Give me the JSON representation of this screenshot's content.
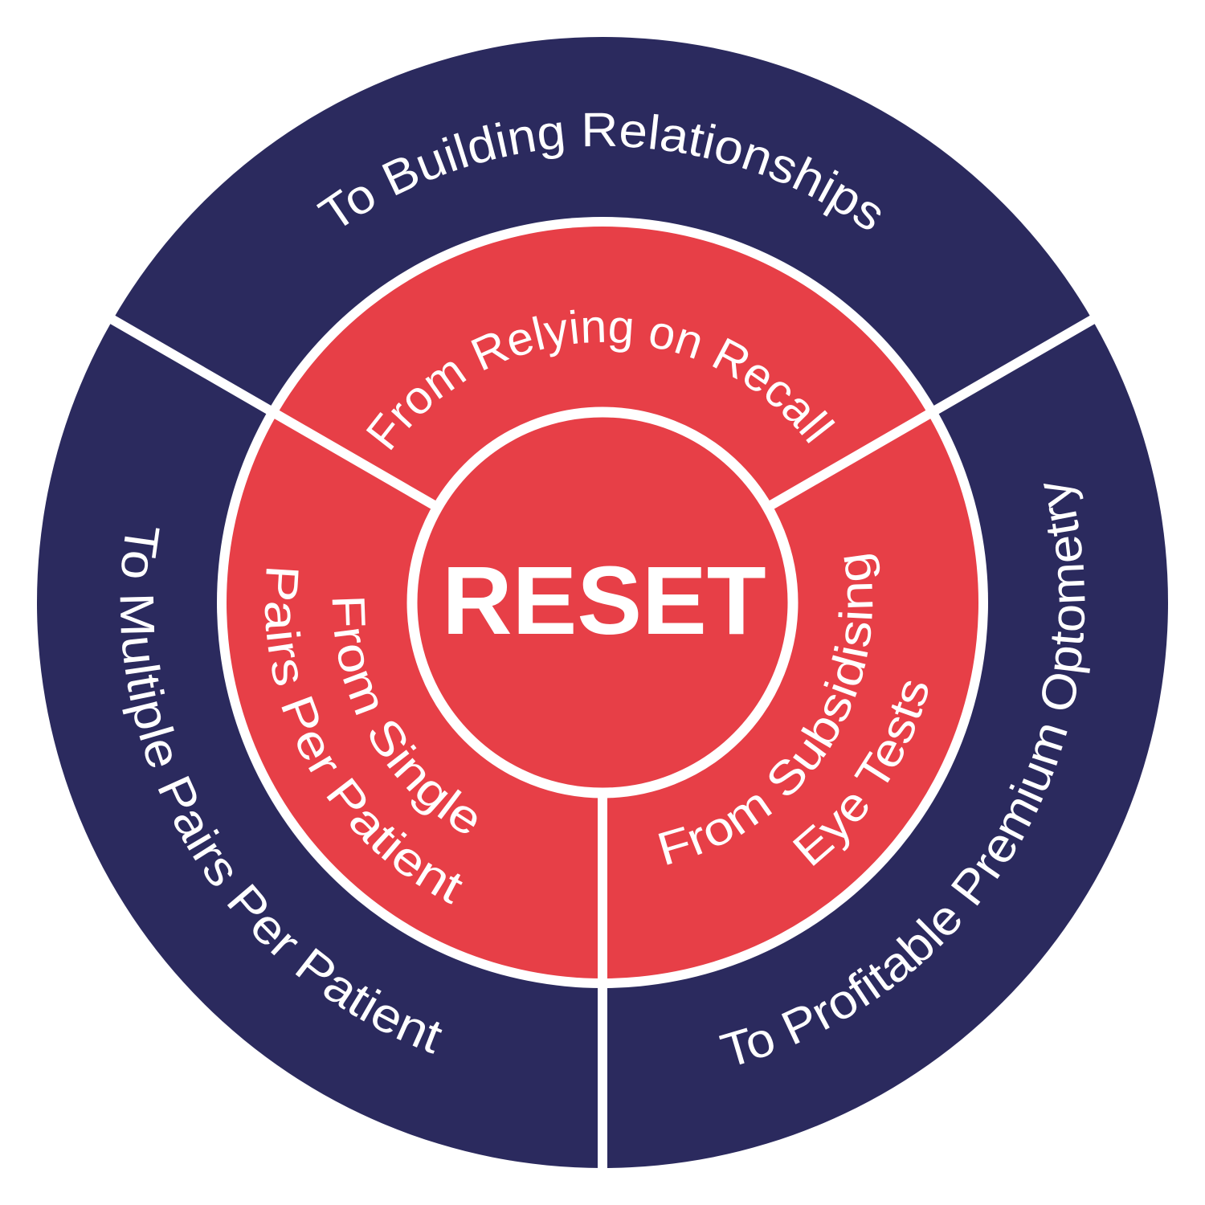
{
  "diagram": {
    "title": "RESET",
    "colors": {
      "outer_ring": "#2B2A5E",
      "inner_ring": "#E73F47",
      "center": "#E73F47",
      "divider": "#FFFFFF",
      "text": "#FFFFFF",
      "background": "#FFFFFF"
    },
    "outer_segments": [
      {
        "id": "top",
        "label": "To Building Relationships"
      },
      {
        "id": "right",
        "label": "To Profitable Premium Optometry"
      },
      {
        "id": "left",
        "label": "To Multiple Pairs Per Patient"
      }
    ],
    "inner_segments": [
      {
        "id": "top",
        "lines": [
          "From Relying on Recall"
        ]
      },
      {
        "id": "right",
        "lines": [
          "From Subsidising",
          "Eye Tests"
        ]
      },
      {
        "id": "left",
        "lines": [
          "From Single",
          "Pairs Per Patient"
        ]
      }
    ]
  }
}
